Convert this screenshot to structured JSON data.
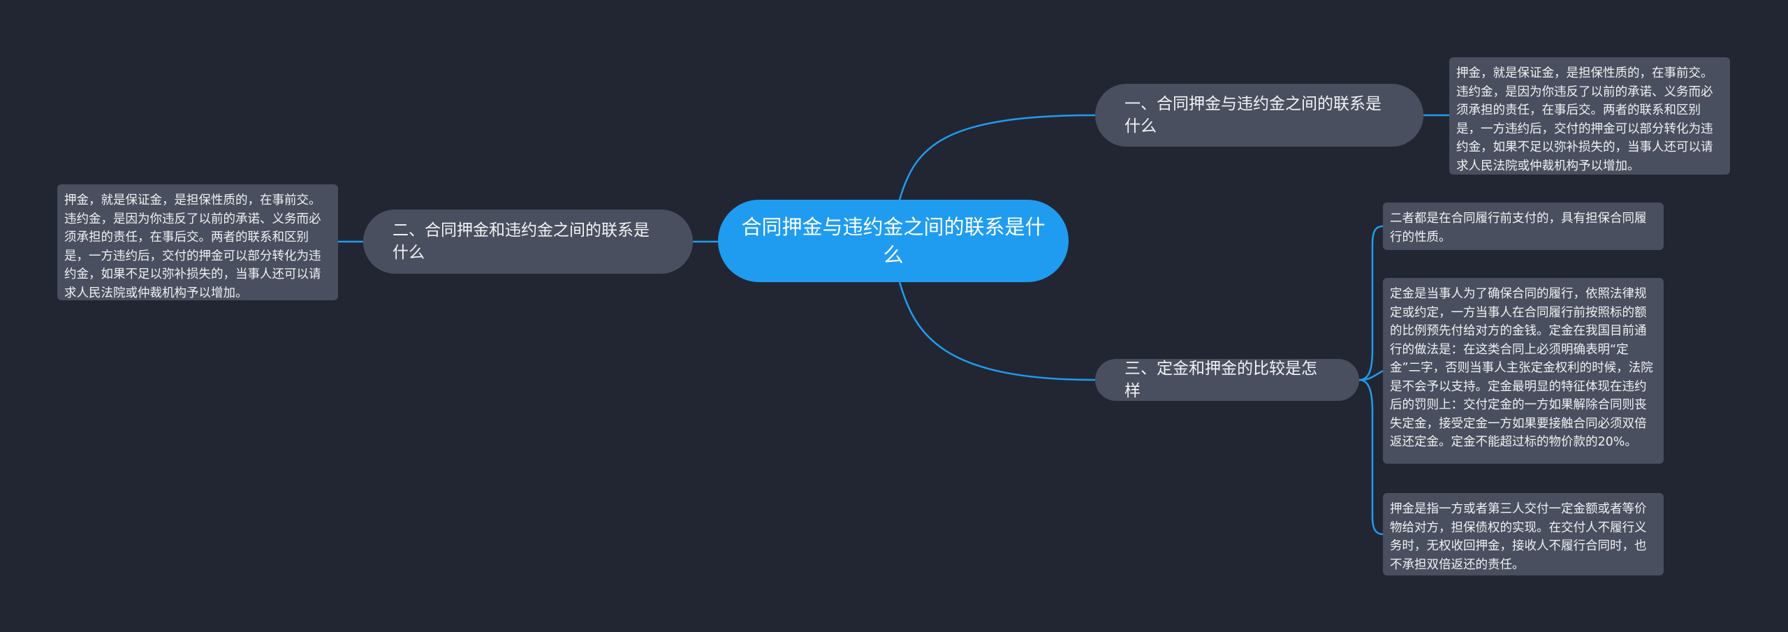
{
  "root": {
    "label": "合同押金与违约金之间的联系是什么"
  },
  "branches": [
    {
      "label": "一、合同押金与违约金之间的联系是什么"
    },
    {
      "label": "二、合同押金和违约金之间的联系是什么"
    },
    {
      "label": "三、定金和押金的比较是怎样"
    }
  ],
  "leaves": [
    {
      "text": "押金，就是保证金，是担保性质的，在事前交。违约金，是因为你违反了以前的承诺、义务而必须承担的责任，在事后交。两者的联系和区别是，一方违约后，交付的押金可以部分转化为违约金，如果不足以弥补损失的，当事人还可以请求人民法院或仲裁机构予以增加。"
    },
    {
      "text": "押金，就是保证金，是担保性质的，在事前交。违约金，是因为你违反了以前的承诺、义务而必须承担的责任，在事后交。两者的联系和区别是，一方违约后，交付的押金可以部分转化为违约金，如果不足以弥补损失的，当事人还可以请求人民法院或仲裁机构予以增加。"
    },
    {
      "text": "二者都是在合同履行前支付的，具有担保合同履行的性质。"
    },
    {
      "text": "定金是当事人为了确保合同的履行，依照法律规定或约定，一方当事人在合同履行前按照标的额的比例预先付给对方的金钱。定金在我国目前通行的做法是：在这类合同上必须明确表明“定金”二字，否则当事人主张定金权利的时候，法院是不会予以支持。定金最明显的特征体现在违约后的罚则上：交付定金的一方如果解除合同则丧失定金，接受定金一方如果要接触合同必须双倍返还定金。定金不能超过标的物价款的20%。"
    },
    {
      "text": "押金是指一方或者第三人交付一定金额或者等价物给对方，担保债权的实现。在交付人不履行义务时，无权收回押金，接收人不履行合同时，也不承担双倍返还的责任。"
    }
  ],
  "colors": {
    "background": "#222632",
    "root_fill": "#1f9cf0",
    "node_fill": "#4a4f5f",
    "connector": "#1f9cf0"
  }
}
